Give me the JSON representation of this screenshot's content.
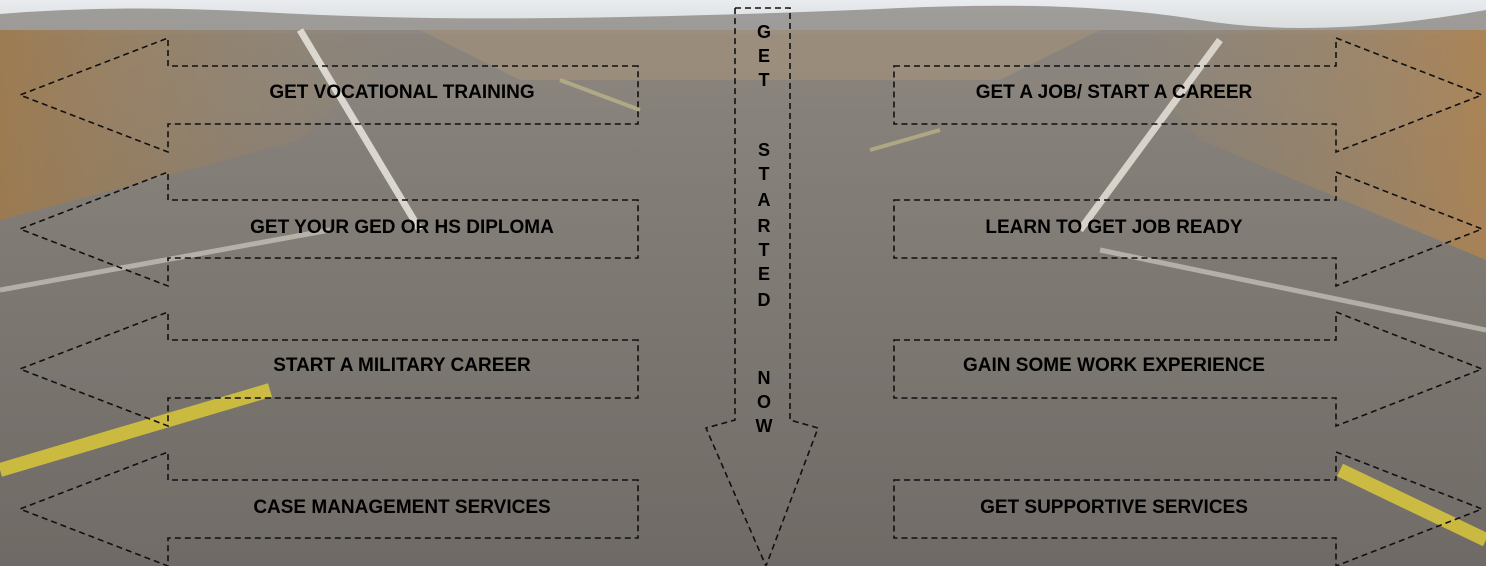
{
  "center": {
    "letters": [
      "G",
      "E",
      "T",
      "S",
      "T",
      "A",
      "R",
      "T",
      "E",
      "D",
      "N",
      "O",
      "W"
    ]
  },
  "left_arrows": [
    {
      "label": "GET VOCATIONAL TRAINING"
    },
    {
      "label": "GET YOUR GED OR HS DIPLOMA"
    },
    {
      "label": "START A MILITARY CAREER"
    },
    {
      "label": "CASE MANAGEMENT SERVICES"
    }
  ],
  "right_arrows": [
    {
      "label": "GET A JOB/ START A CAREER"
    },
    {
      "label": "LEARN TO GET JOB READY"
    },
    {
      "label": "GAIN SOME WORK EXPERIENCE"
    },
    {
      "label": "GET SUPPORTIVE SERVICES"
    }
  ]
}
